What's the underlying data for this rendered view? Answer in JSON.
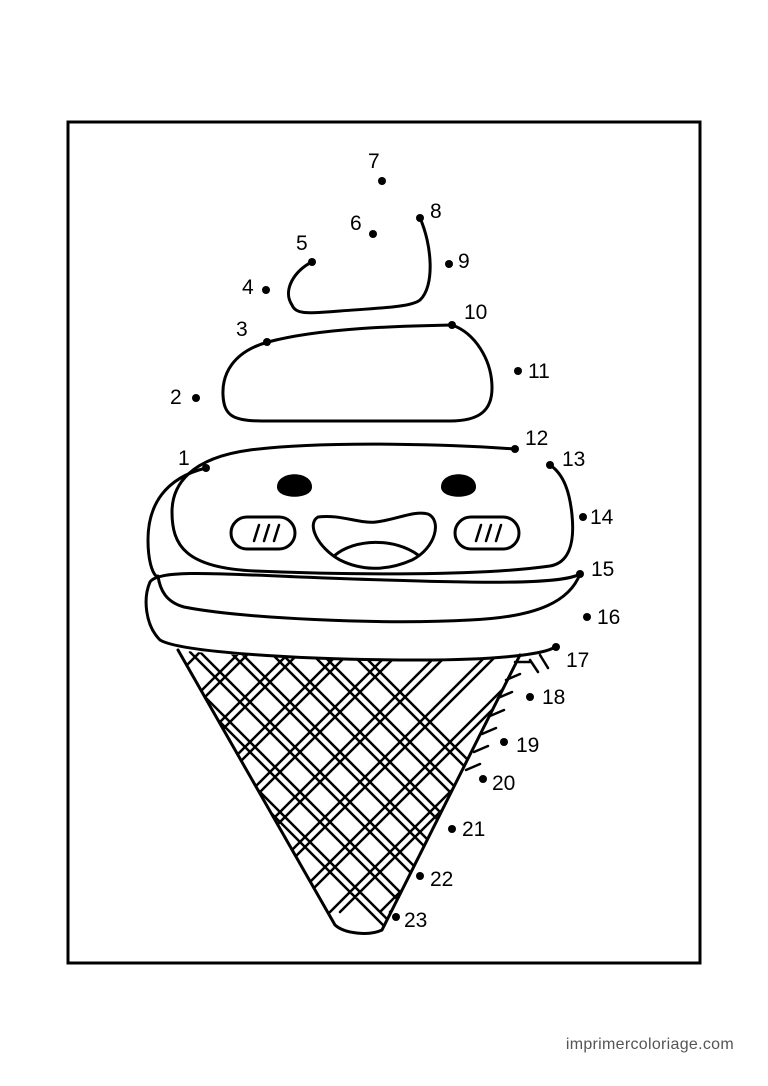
{
  "puzzle": {
    "labels": [
      "1",
      "2",
      "3",
      "4",
      "5",
      "6",
      "7",
      "8",
      "9",
      "10",
      "11",
      "12",
      "13",
      "14",
      "15",
      "16",
      "17",
      "18",
      "19",
      "20",
      "21",
      "22",
      "23"
    ]
  },
  "footer": {
    "credit": "imprimercoloriage.com"
  }
}
